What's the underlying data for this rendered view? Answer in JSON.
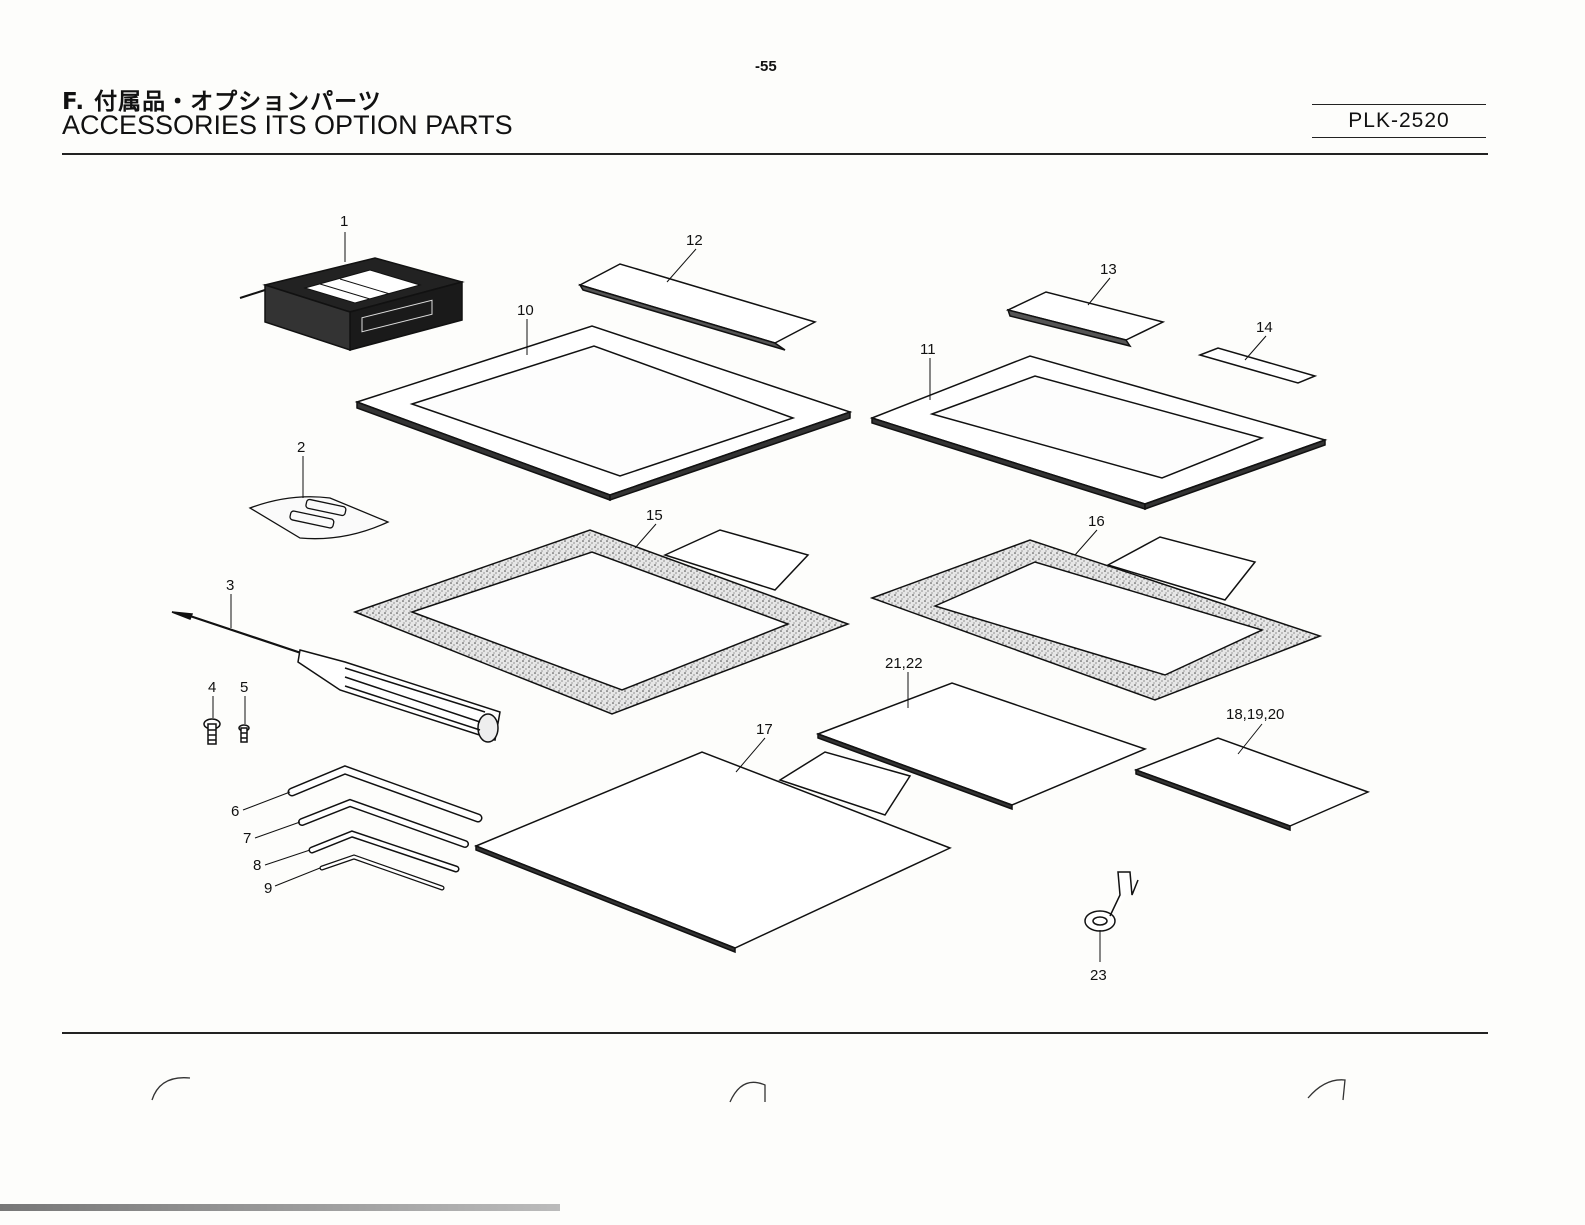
{
  "page_number": "-55",
  "title_jp": "F. 付属品・オプションパーツ",
  "title_en": "ACCESSORIES ITS OPTION PARTS",
  "model": "PLK-2520",
  "callouts": {
    "c1": "1",
    "c2": "2",
    "c3": "3",
    "c4": "4",
    "c5": "5",
    "c6": "6",
    "c7": "7",
    "c8": "8",
    "c9": "9",
    "c10": "10",
    "c11": "11",
    "c12": "12",
    "c13": "13",
    "c14": "14",
    "c15": "15",
    "c16": "16",
    "c17": "17",
    "c18": "18,19,20",
    "c21": "21,22",
    "c23": "23"
  }
}
